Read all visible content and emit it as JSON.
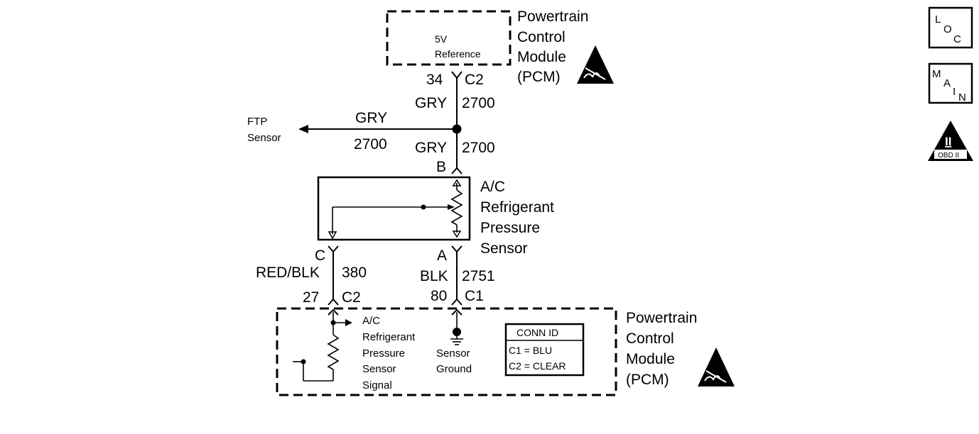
{
  "pcm_top": {
    "inner_line1": "5V",
    "inner_line2": "Reference",
    "title_line1": "Powertrain",
    "title_line2": "Control",
    "title_line3": "Module",
    "title_line4": "(PCM)"
  },
  "wire_top": {
    "pin": "34",
    "connector": "C2",
    "color": "GRY",
    "circuit": "2700"
  },
  "branch": {
    "color": "GRY",
    "circuit": "2700",
    "dest_line1": "FTP",
    "dest_line2": "Sensor"
  },
  "wire_mid": {
    "color": "GRY",
    "circuit": "2700",
    "terminal": "B"
  },
  "sensor": {
    "line1": "A/C",
    "line2": "Refrigerant",
    "line3": "Pressure",
    "line4": "Sensor"
  },
  "wire_left": {
    "terminal": "C",
    "color": "RED/BLK",
    "circuit": "380",
    "pin": "27",
    "connector": "C2"
  },
  "wire_right": {
    "terminal": "A",
    "color": "BLK",
    "circuit": "2751",
    "pin": "80",
    "connector": "C1"
  },
  "pcm_bottom": {
    "signal_line1": "A/C",
    "signal_line2": "Refrigerant",
    "signal_line3": "Pressure",
    "signal_line4": "Sensor",
    "signal_line5": "Signal",
    "ground_line1": "Sensor",
    "ground_line2": "Ground",
    "conn_id_title": "CONN ID",
    "conn_id_row1": "C1 = BLU",
    "conn_id_row2": "C2 = CLEAR",
    "title_line1": "Powertrain",
    "title_line2": "Control",
    "title_line3": "Module",
    "title_line4": "(PCM)"
  },
  "nav": {
    "loc": {
      "l1": "L",
      "l2": "O",
      "l3": "C"
    },
    "main": {
      "l1": "M",
      "l2": "A",
      "l3": "I",
      "l4": "N"
    },
    "obd": {
      "numeral": "II",
      "label": "OBD II"
    }
  }
}
